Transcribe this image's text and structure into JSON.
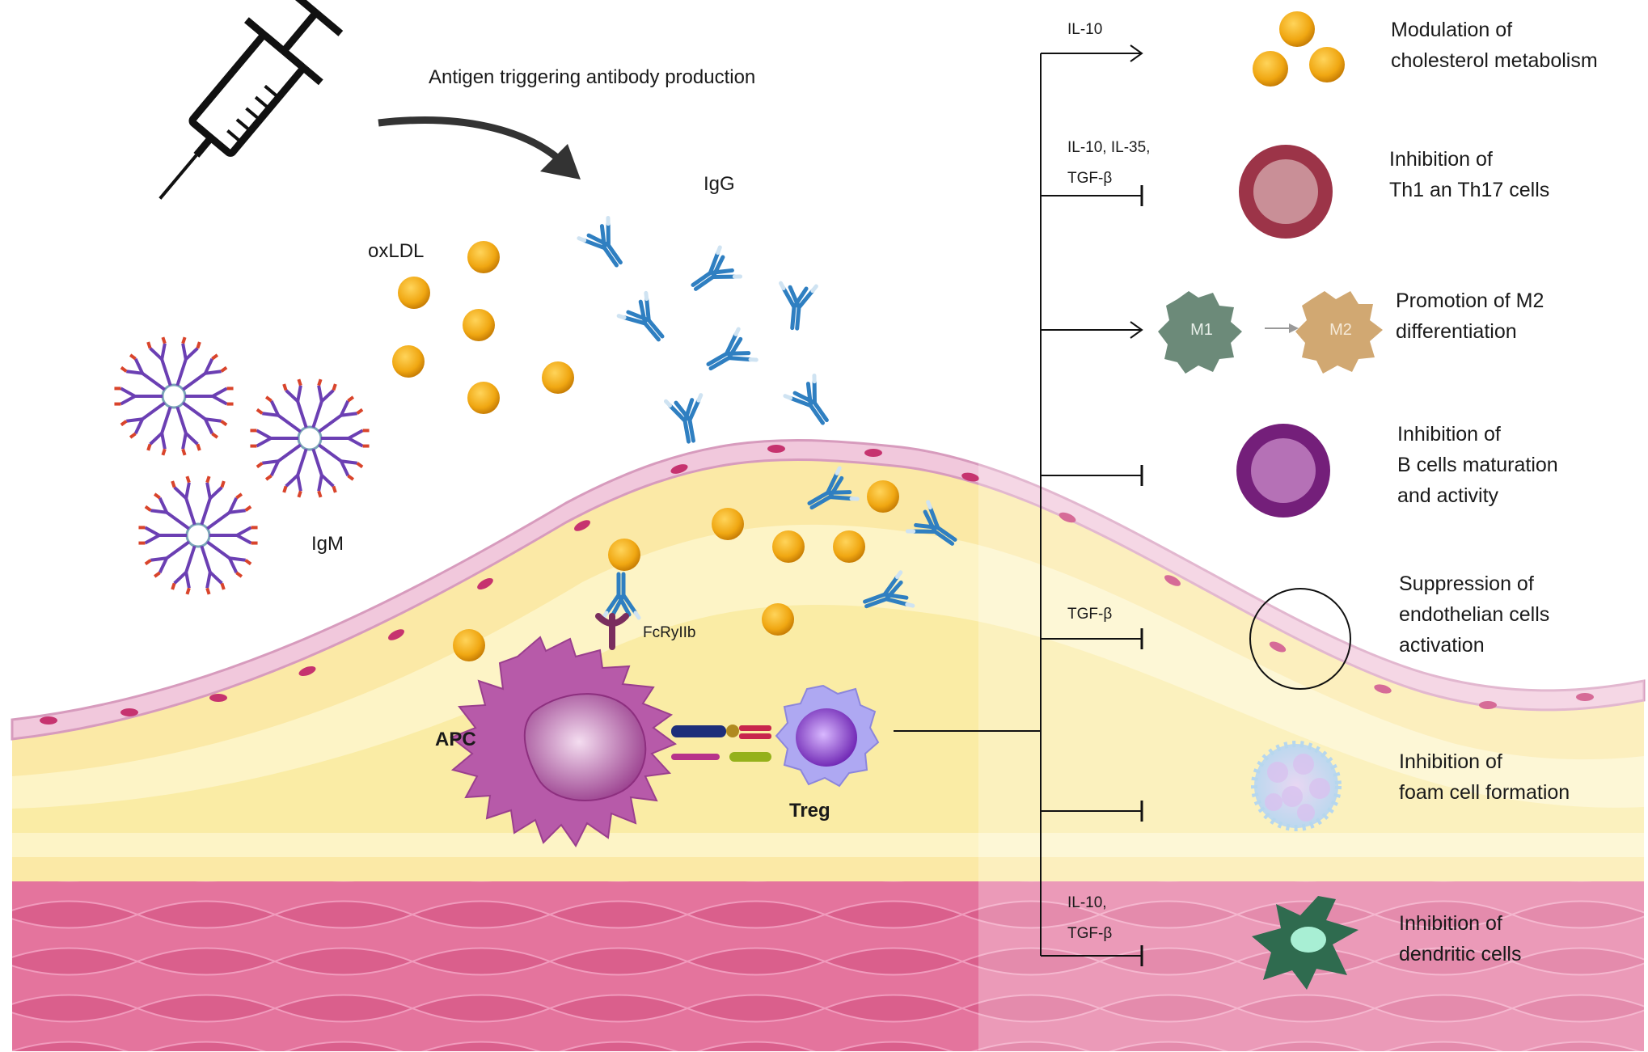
{
  "labels": {
    "trigger": "Antigen triggering antibody production",
    "igg": "IgG",
    "oxldl": "oxLDL",
    "igm": "IgM",
    "fcr": "FcRyIIb",
    "apc": "APC",
    "treg": "Treg",
    "m1": "M1",
    "m2": "M2"
  },
  "branches": [
    {
      "cytokine_lines": [
        "IL-10"
      ],
      "effect": "activate",
      "outcome_lines": [
        "Modulation of",
        "cholesterol metabolism"
      ]
    },
    {
      "cytokine_lines": [
        "IL-10, IL-35,",
        "TGF-β"
      ],
      "effect": "inhibit",
      "outcome_lines": [
        "Inhibition of",
        "Th1 an Th17 cells"
      ]
    },
    {
      "cytokine_lines": [],
      "effect": "activate",
      "outcome_lines": [
        "Promotion of M2",
        "differentiation"
      ]
    },
    {
      "cytokine_lines": [],
      "effect": "inhibit",
      "outcome_lines": [
        "Inhibition of",
        "B cells maturation",
        "and activity"
      ]
    },
    {
      "cytokine_lines": [
        "TGF-β"
      ],
      "effect": "inhibit",
      "outcome_lines": [
        "Suppression of",
        "endothelian cells",
        "activation"
      ]
    },
    {
      "cytokine_lines": [],
      "effect": "inhibit",
      "outcome_lines": [
        "Inhibition of",
        "foam cell formation"
      ]
    },
    {
      "cytokine_lines": [
        "IL-10,",
        "TGF-β"
      ],
      "effect": "inhibit",
      "outcome_lines": [
        "Inhibition of",
        "dendritic cells"
      ]
    }
  ],
  "colors": {
    "ldl": "#f0a712",
    "antibody": "#2f7fc1",
    "igm_heavy": "#6b3fb3",
    "igm_tip": "#d9442b",
    "plaque": "#fbeea0",
    "endothelium": "#f1c8dc",
    "muscle": "#e4749d",
    "apc": "#b75aa9",
    "treg": "#a9a4ef",
    "m1": "#6c8a79",
    "m2": "#d1a872",
    "th_cell": "#9c3448",
    "b_cell": "#741f7a",
    "dendritic": "#2f6b4f"
  }
}
